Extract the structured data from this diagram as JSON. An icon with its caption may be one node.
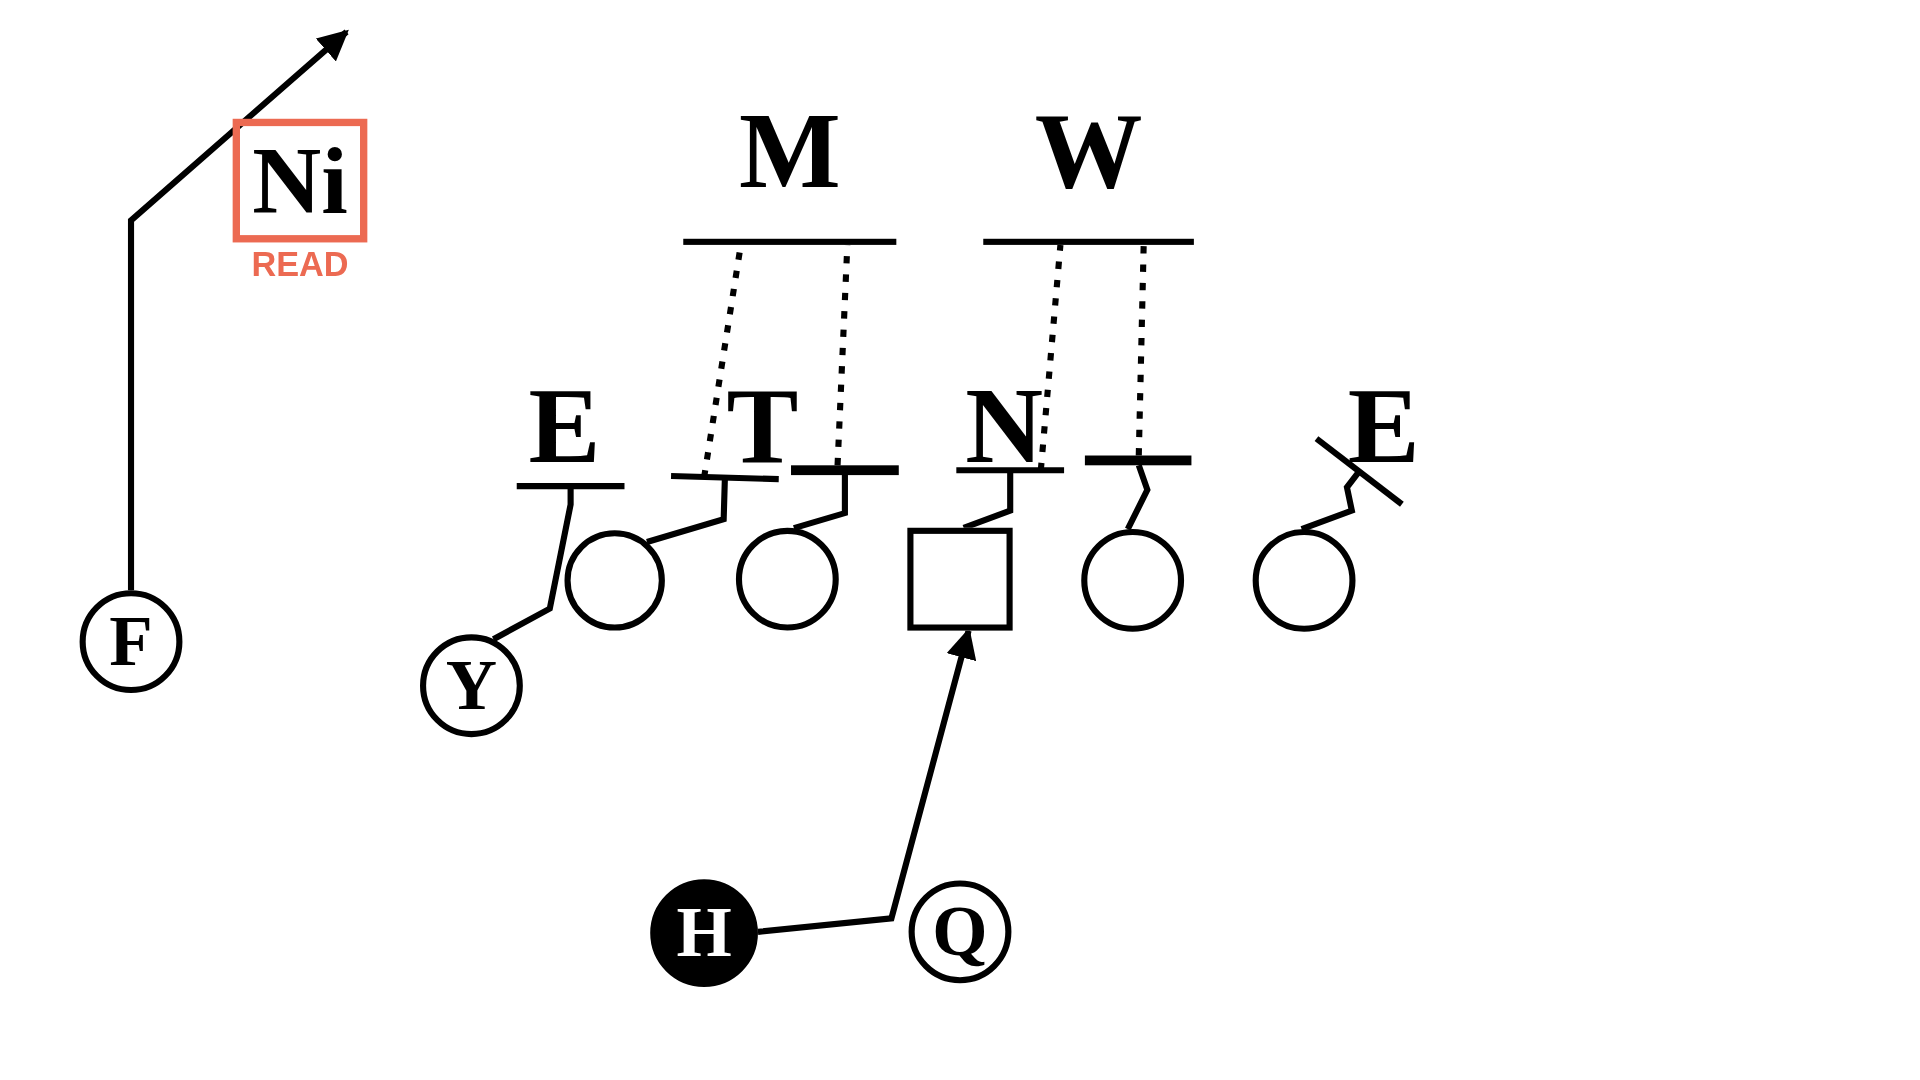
{
  "diagram": {
    "nodes": [
      {
        "text": [
          "Ni"
        ],
        "beside": [
          "READ"
        ]
      },
      {
        "text": [
          "M"
        ]
      },
      {
        "text": [
          "W"
        ]
      },
      {
        "text": [
          "E"
        ]
      },
      {
        "text": [
          "T"
        ]
      },
      {
        "text": [
          "N"
        ]
      },
      {
        "text": [
          "E"
        ]
      },
      {
        "text": [],
        "shape": "bar"
      },
      {
        "text": [],
        "shape": "bar"
      },
      {
        "text": [
          "F"
        ]
      },
      {
        "text": [
          "Y"
        ]
      },
      {
        "text": [],
        "shape": "circle"
      },
      {
        "text": [],
        "shape": "circle"
      },
      {
        "text": [],
        "shape": "box"
      },
      {
        "text": [],
        "shape": "circle"
      },
      {
        "text": [],
        "shape": "circle"
      },
      {
        "text": [
          "H"
        ]
      },
      {
        "text": [
          "Q"
        ]
      }
    ],
    "edges": [
      {
        "from": 9,
        "to": null,
        "arrow": "to"
      },
      {
        "from": 10,
        "to": 3,
        "arrow": "other"
      },
      {
        "from": 11,
        "to": 4,
        "arrow": "other"
      },
      {
        "from": 4,
        "to": 1,
        "arrow": "none",
        "style": "dashed"
      },
      {
        "from": 12,
        "to": 7,
        "arrow": "none"
      },
      {
        "from": 7,
        "to": 1,
        "arrow": "none",
        "style": "dashed"
      },
      {
        "from": 13,
        "to": 5,
        "arrow": "other"
      },
      {
        "from": 5,
        "to": 2,
        "arrow": "none",
        "style": "dashed"
      },
      {
        "from": 14,
        "to": 8,
        "arrow": "none"
      },
      {
        "from": 8,
        "to": 2,
        "arrow": "none",
        "style": "dashed"
      },
      {
        "from": 15,
        "to": 6,
        "arrow": "other"
      },
      {
        "from": 16,
        "to": 13,
        "arrow": "to"
      }
    ]
  }
}
